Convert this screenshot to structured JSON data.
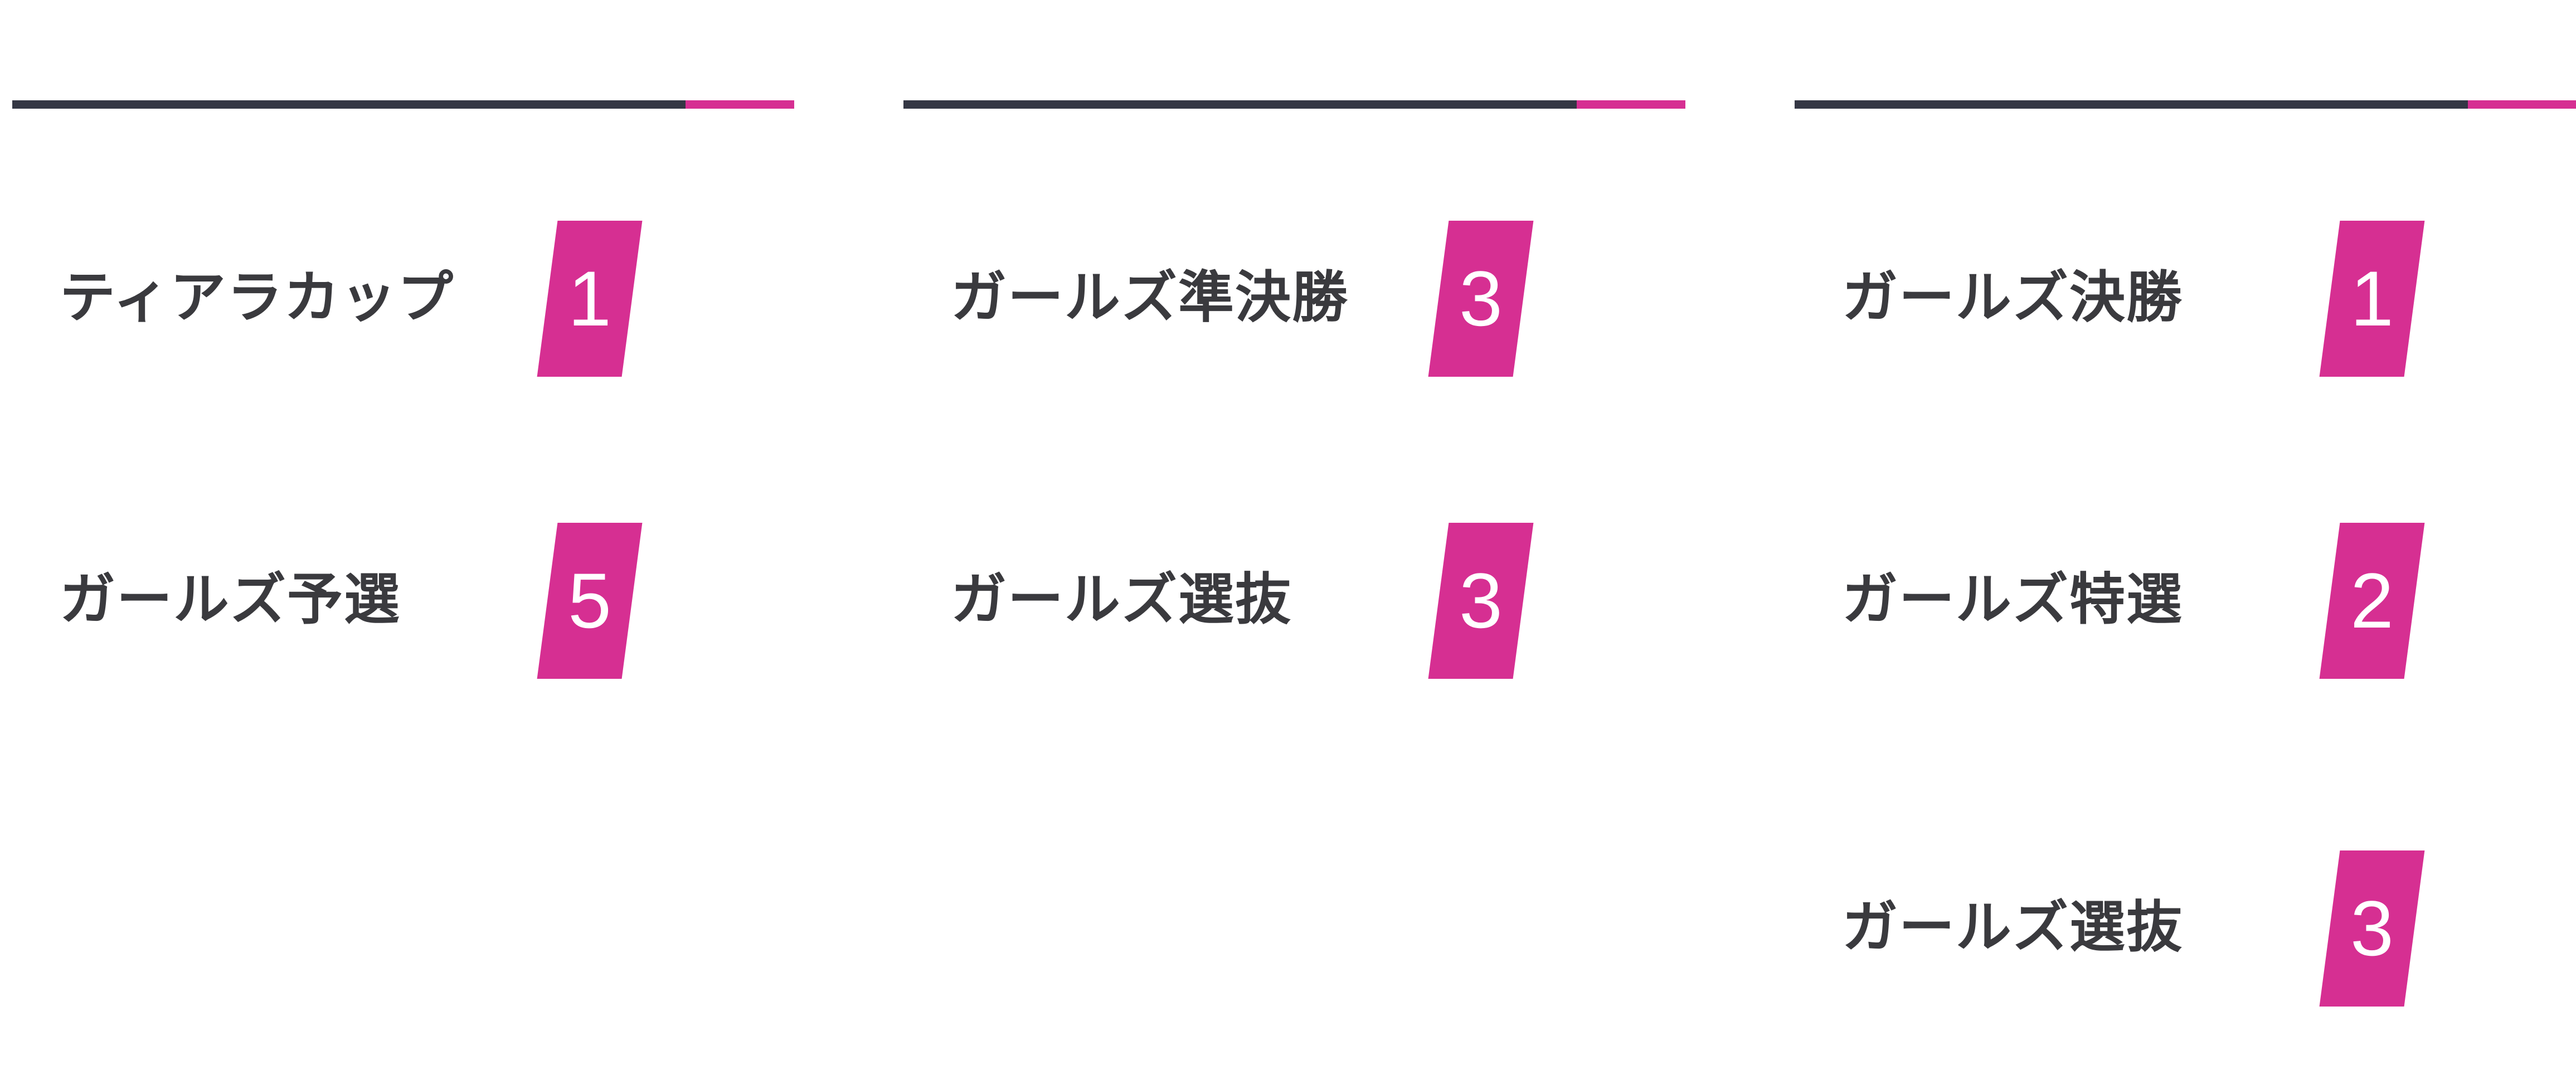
{
  "colors": {
    "page_bg": "#ffffff",
    "bar_dark": "#343744",
    "accent_pink": "#d62f92",
    "label_text": "#3a3a3e",
    "badge_text": "#ffffff"
  },
  "columns": [
    {
      "items": [
        {
          "label": "ティアラカップ",
          "count": "1"
        },
        {
          "label": "ガールズ予選",
          "count": "5"
        }
      ]
    },
    {
      "items": [
        {
          "label": "ガールズ準決勝",
          "count": "3"
        },
        {
          "label": "ガールズ選抜",
          "count": "3"
        }
      ]
    },
    {
      "items": [
        {
          "label": "ガールズ決勝",
          "count": "1"
        },
        {
          "label": "ガールズ特選",
          "count": "2"
        },
        {
          "label": "ガールズ選抜",
          "count": "3"
        }
      ]
    }
  ]
}
